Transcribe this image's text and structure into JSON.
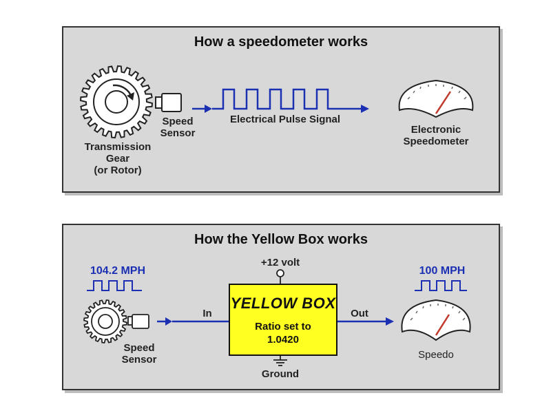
{
  "top_panel": {
    "title": "How a speedometer works",
    "gear_label_1": "Transmission",
    "gear_label_2": "Gear",
    "gear_label_3": "(or Rotor)",
    "sensor_label_1": "Speed",
    "sensor_label_2": "Sensor",
    "signal_label": "Electrical Pulse Signal",
    "speedo_label_1": "Electronic",
    "speedo_label_2": "Speedometer"
  },
  "bottom_panel": {
    "title": "How the Yellow Box works",
    "input_speed": "104.2 MPH",
    "output_speed": "100 MPH",
    "power_label": "+12 volt",
    "ground_label": "Ground",
    "in_label": "In",
    "out_label": "Out",
    "box_title": "YELLOW BOX",
    "box_text_1": "Ratio set to",
    "box_text_2": "1.0420",
    "sensor_label_1": "Speed",
    "sensor_label_2": "Sensor",
    "speedo_label": "Speedo"
  },
  "colors": {
    "panel_bg": "#d8d8d8",
    "signal_blue": "#1b2fb3",
    "box_yellow": "#ffff22",
    "needle_red": "#c0392b"
  }
}
